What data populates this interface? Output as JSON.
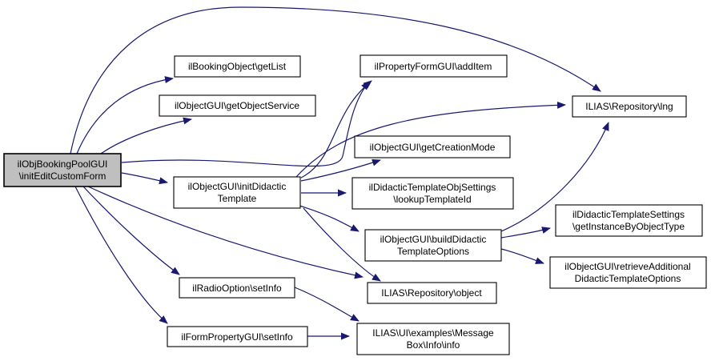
{
  "diagram": {
    "type": "call-graph",
    "colors": {
      "edge": "#191970",
      "node_fill": "#ffffff",
      "focus_fill": "#bfbfbf",
      "border": "#000000",
      "background": "#ffffff"
    },
    "nodes": [
      {
        "id": "initEditCustomForm",
        "focused": true,
        "lines": [
          "ilObjBookingPoolGUI",
          "\\initEditCustomForm"
        ]
      },
      {
        "id": "getList",
        "focused": false,
        "lines": [
          "ilBookingObject\\getList"
        ]
      },
      {
        "id": "getObjectService",
        "focused": false,
        "lines": [
          "ilObjectGUI\\getObjectService"
        ]
      },
      {
        "id": "addItem",
        "focused": false,
        "lines": [
          "ilPropertyFormGUI\\addItem"
        ]
      },
      {
        "id": "lng",
        "focused": false,
        "lines": [
          "ILIAS\\Repository\\lng"
        ]
      },
      {
        "id": "getCreationMode",
        "focused": false,
        "lines": [
          "ilObjectGUI\\getCreationMode"
        ]
      },
      {
        "id": "initDidacticTemplate",
        "focused": false,
        "lines": [
          "ilObjectGUI\\initDidactic",
          "Template"
        ]
      },
      {
        "id": "lookupTemplateId",
        "focused": false,
        "lines": [
          "ilDidacticTemplateObjSettings",
          "\\lookupTemplateId"
        ]
      },
      {
        "id": "buildDidacticTemplateOptions",
        "focused": false,
        "lines": [
          "ilObjectGUI\\buildDidactic",
          "TemplateOptions"
        ]
      },
      {
        "id": "getInstanceByObjectType",
        "focused": false,
        "lines": [
          "ilDidacticTemplateSettings",
          "\\getInstanceByObjectType"
        ]
      },
      {
        "id": "retrieveAdditionalDidacticTemplateOptions",
        "focused": false,
        "lines": [
          "ilObjectGUI\\retrieveAdditional",
          "DidacticTemplateOptions"
        ]
      },
      {
        "id": "object",
        "focused": false,
        "lines": [
          "ILIAS\\Repository\\object"
        ]
      },
      {
        "id": "radioOptionSetInfo",
        "focused": false,
        "lines": [
          "ilRadioOption\\setInfo"
        ]
      },
      {
        "id": "formPropertySetInfo",
        "focused": false,
        "lines": [
          "ilFormPropertyGUI\\setInfo"
        ]
      },
      {
        "id": "messageBoxInfo",
        "focused": false,
        "lines": [
          "ILIAS\\UI\\examples\\Message",
          "Box\\Info\\info"
        ]
      }
    ],
    "edges": [
      {
        "from": "initEditCustomForm",
        "to": "getList"
      },
      {
        "from": "initEditCustomForm",
        "to": "getObjectService"
      },
      {
        "from": "initEditCustomForm",
        "to": "addItem"
      },
      {
        "from": "initEditCustomForm",
        "to": "lng"
      },
      {
        "from": "initEditCustomForm",
        "to": "initDidacticTemplate"
      },
      {
        "from": "initEditCustomForm",
        "to": "object"
      },
      {
        "from": "initEditCustomForm",
        "to": "radioOptionSetInfo"
      },
      {
        "from": "initEditCustomForm",
        "to": "formPropertySetInfo"
      },
      {
        "from": "initDidacticTemplate",
        "to": "addItem"
      },
      {
        "from": "initDidacticTemplate",
        "to": "lng"
      },
      {
        "from": "initDidacticTemplate",
        "to": "getCreationMode"
      },
      {
        "from": "initDidacticTemplate",
        "to": "lookupTemplateId"
      },
      {
        "from": "initDidacticTemplate",
        "to": "buildDidacticTemplateOptions"
      },
      {
        "from": "initDidacticTemplate",
        "to": "object"
      },
      {
        "from": "buildDidacticTemplateOptions",
        "to": "lng"
      },
      {
        "from": "buildDidacticTemplateOptions",
        "to": "getInstanceByObjectType"
      },
      {
        "from": "buildDidacticTemplateOptions",
        "to": "retrieveAdditionalDidacticTemplateOptions"
      },
      {
        "from": "radioOptionSetInfo",
        "to": "messageBoxInfo"
      },
      {
        "from": "formPropertySetInfo",
        "to": "messageBoxInfo"
      }
    ]
  }
}
